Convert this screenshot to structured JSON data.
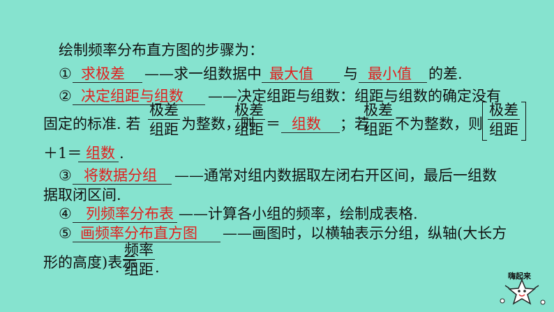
{
  "title": "绘制频率分布直方图的步骤为：",
  "step1": {
    "num": "①",
    "answer": "求极差",
    "dash": "——求一组数据中",
    "answer2": "最大值",
    "mid": "与",
    "answer3": "最小值",
    "tail": "的差."
  },
  "step2": {
    "num": "②",
    "answer": "决定组距与组数",
    "text": "——决定组距与组数：组距与组数的确定没有",
    "line2_a": "固定的标准. 若",
    "frac_num": "极差",
    "frac_den": "组距",
    "line2_b": "为整数，则",
    "eq": "＝",
    "answer2": "组数",
    "line2_c": "；若",
    "line2_d": "不为整数，则",
    "line3_a": "＋1＝",
    "answer3": "组数",
    "line3_end": "."
  },
  "step3": {
    "num": "③",
    "answer": "将数据分组",
    "text": "——通常对组内数据取左闭右开区间，最后一组数",
    "line2": "据取闭区间."
  },
  "step4": {
    "num": "④",
    "answer": "列频率分布表",
    "text": "——计算各小组的频率，绘制成表格."
  },
  "step5": {
    "num": "⑤",
    "answer": "画频率分布直方图",
    "text": "——画图时，以横轴表示分组，纵轴(大长方",
    "line2": "形的高度)表示",
    "frac_num": "频率",
    "frac_den": "组距",
    "line2_end": "."
  },
  "mascot": {
    "label": "嗨起来",
    "icon": "cartoon-star-mascot-icon"
  },
  "colors": {
    "background": "#86e3cf",
    "answer": "#e0201e",
    "text": "#111111"
  }
}
